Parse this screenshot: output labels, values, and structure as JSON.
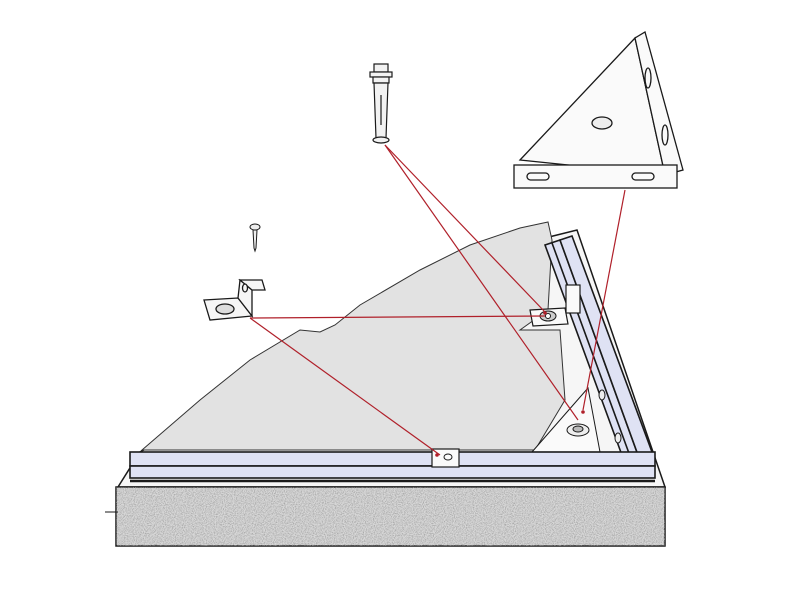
{
  "diagram": {
    "colors": {
      "rail_fill": "#dfe2f4",
      "membrane_fill": "#e4e4e4",
      "leader_line": "#b0202a",
      "outline": "#1a1a1a",
      "concrete": "#9a9a9a"
    },
    "parts": [
      "anchor-bolt",
      "screw",
      "z-clip-bracket",
      "corner-bracket",
      "frame-rail",
      "concrete-slab",
      "membrane-sheet"
    ]
  }
}
